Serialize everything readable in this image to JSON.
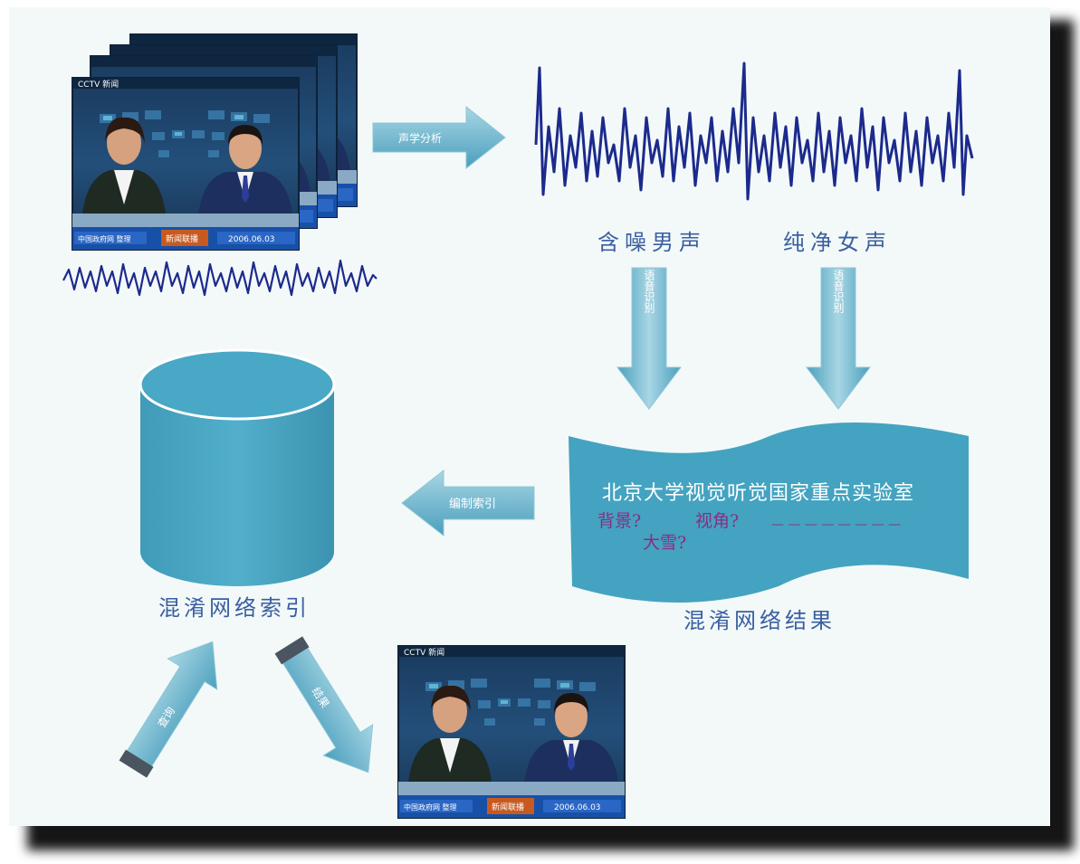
{
  "colors": {
    "background": "#f3f9f9",
    "waveform": "#1c2a8c",
    "arrow": "#6ab4cc",
    "shape": "#44a3c0",
    "label": "#3a5fa0",
    "accent": "#8a2c86"
  },
  "tv_frame": {
    "logo": "CCTV 新闻",
    "ticker_left": "中国政府网 整理",
    "ticker_mid": "新闻联播",
    "ticker_date": "2006.06.03"
  },
  "arrows": {
    "audio_analysis": "声学分析",
    "speech_recognition_1": "语音识别",
    "speech_recognition_2": "语音识别",
    "build_index": "编制索引",
    "query": "查询",
    "result": "结果"
  },
  "labels": {
    "noisy_male": "含噪男声",
    "clean_female": "纯净女声",
    "lattice_index": "混淆网络索引",
    "lattice_result": "混淆网络结果"
  },
  "banner": {
    "text": "北京大学视觉听觉国家重点实验室",
    "guess1": "背景?",
    "guess2": "视角?",
    "guess3": "大雪?",
    "dashes": "— — — — — — — —"
  }
}
